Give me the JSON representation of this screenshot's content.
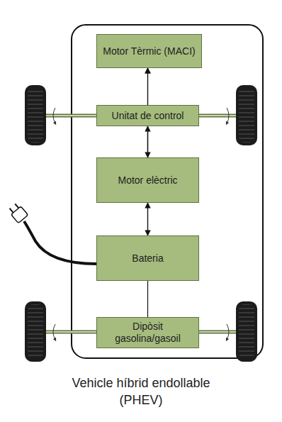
{
  "diagram": {
    "caption": "Vehicle híbrid endollable (PHEV)",
    "nodes": [
      {
        "text": [
          "Motor Tèrmic (MACI)"
        ]
      },
      {
        "text": [
          "Unitat de control"
        ]
      },
      {
        "text": [
          "Motor elèctric"
        ]
      },
      {
        "text": [
          "Bateria"
        ]
      },
      {
        "text": [
          "Dipòsit gasolina/gasoil"
        ]
      }
    ],
    "edges": [
      {
        "from": 1,
        "to": 2,
        "arrow": "both"
      },
      {
        "from": 2,
        "to": 3,
        "arrow": "both"
      },
      {
        "from": 2,
        "to": 0,
        "arrow": "to"
      },
      {
        "from": 4,
        "to": 0,
        "arrow": "to"
      }
    ]
  }
}
